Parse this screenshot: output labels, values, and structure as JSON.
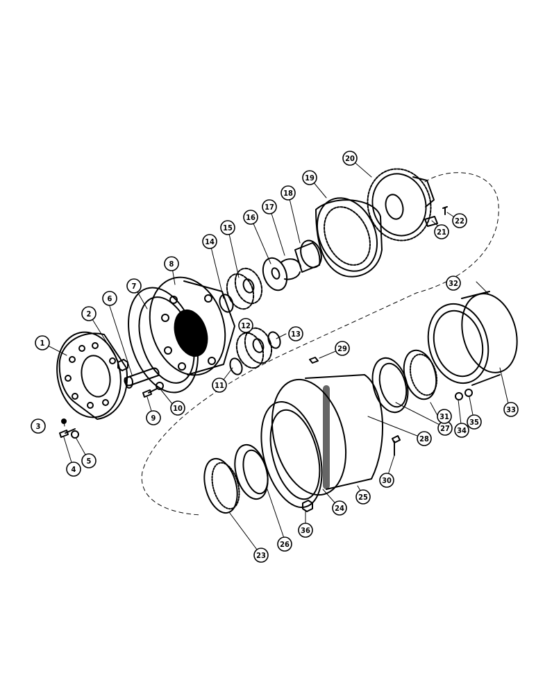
{
  "diagram": {
    "callouts": [
      {
        "id": "1",
        "label": "1"
      },
      {
        "id": "2",
        "label": "2"
      },
      {
        "id": "3",
        "label": "3"
      },
      {
        "id": "4",
        "label": "4"
      },
      {
        "id": "5",
        "label": "5"
      },
      {
        "id": "6",
        "label": "6"
      },
      {
        "id": "7",
        "label": "7"
      },
      {
        "id": "8",
        "label": "8"
      },
      {
        "id": "9",
        "label": "9"
      },
      {
        "id": "10",
        "label": "10"
      },
      {
        "id": "11",
        "label": "11"
      },
      {
        "id": "12",
        "label": "12"
      },
      {
        "id": "13",
        "label": "13"
      },
      {
        "id": "14",
        "label": "14"
      },
      {
        "id": "15",
        "label": "15"
      },
      {
        "id": "16",
        "label": "16"
      },
      {
        "id": "17",
        "label": "17"
      },
      {
        "id": "18",
        "label": "18"
      },
      {
        "id": "19",
        "label": "19"
      },
      {
        "id": "20",
        "label": "20"
      },
      {
        "id": "21",
        "label": "21"
      },
      {
        "id": "22",
        "label": "22"
      },
      {
        "id": "23",
        "label": "23"
      },
      {
        "id": "24",
        "label": "24"
      },
      {
        "id": "25",
        "label": "25"
      },
      {
        "id": "26",
        "label": "26"
      },
      {
        "id": "27",
        "label": "27"
      },
      {
        "id": "28",
        "label": "28"
      },
      {
        "id": "29",
        "label": "29"
      },
      {
        "id": "30",
        "label": "30"
      },
      {
        "id": "31",
        "label": "31"
      },
      {
        "id": "32",
        "label": "32"
      },
      {
        "id": "33",
        "label": "33"
      },
      {
        "id": "34",
        "label": "34"
      },
      {
        "id": "35",
        "label": "35"
      },
      {
        "id": "36",
        "label": "36"
      }
    ]
  }
}
